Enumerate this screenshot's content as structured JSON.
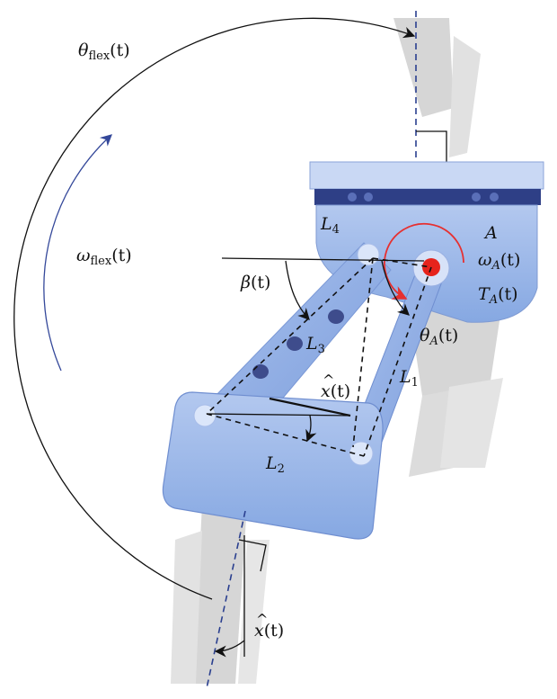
{
  "labels": {
    "theta_flex": {
      "sym": "θ",
      "sub": "flex",
      "arg": "(t)"
    },
    "omega_flex": {
      "sym": "ω",
      "sub": "flex",
      "arg": "(t)"
    },
    "beta": {
      "sym": "β",
      "arg": "(t)"
    },
    "L4": {
      "sym": "L",
      "sub": "4"
    },
    "L3": {
      "sym": "L",
      "sub": "3"
    },
    "L2": {
      "sym": "L",
      "sub": "2"
    },
    "L1": {
      "sym": "L",
      "sub": "1"
    },
    "A": {
      "sym": "A"
    },
    "omega_A": {
      "sym": "ω",
      "sub": "A",
      "arg": "(t)"
    },
    "T_A": {
      "sym": "T",
      "sub": "A",
      "arg": "(t)"
    },
    "theta_A": {
      "sym": "θ",
      "sub": "A",
      "arg": "(t)"
    },
    "xhat_mid": {
      "sym": "x",
      "hat": "^",
      "arg": "(t)"
    },
    "xhat_bottom": {
      "sym": "x",
      "hat": "^",
      "arg": "(t)"
    }
  },
  "colors": {
    "device_blue": "#8fb0e6",
    "device_dark": "#34489a",
    "joint_red": "#e6231c",
    "arrow_red": "#e63030",
    "dashed_axis": "#2a3f8f",
    "leg_gray": "#c9c9c9"
  }
}
